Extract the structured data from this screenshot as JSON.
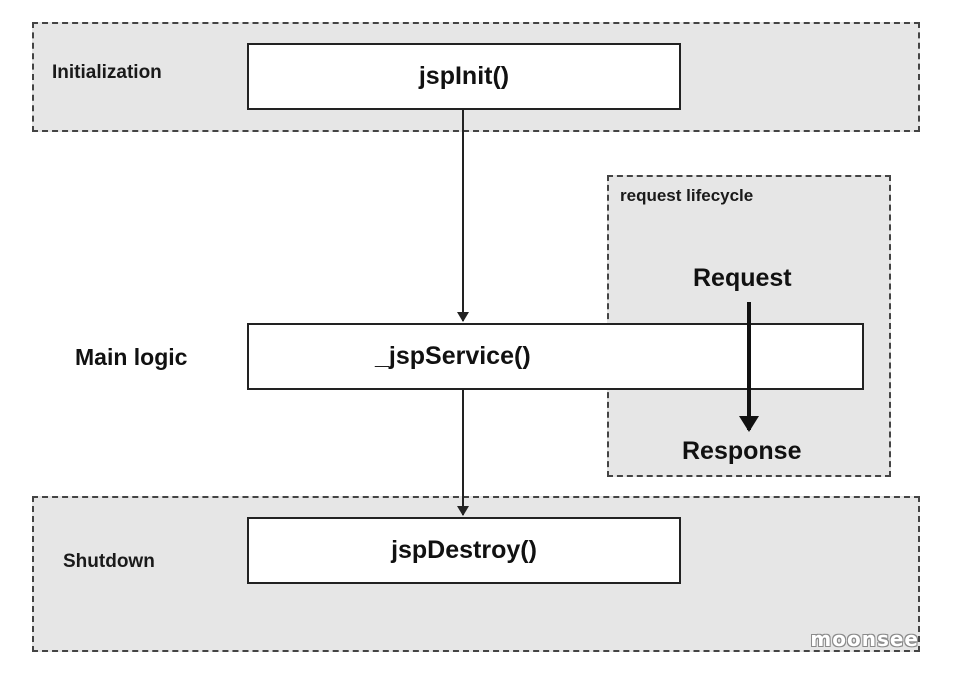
{
  "regions": {
    "initialization": {
      "label": "Initialization"
    },
    "request_lifecycle": {
      "label": "request lifecycle"
    },
    "shutdown": {
      "label": "Shutdown"
    }
  },
  "boxes": {
    "jsp_init": "jspInit()",
    "jsp_service": "_jspService()",
    "jsp_destroy": "jspDestroy()"
  },
  "labels": {
    "main_logic": "Main logic",
    "request": "Request",
    "response": "Response"
  },
  "watermark": "moonsee",
  "colors": {
    "region_fill": "#e6e6e6",
    "border": "#222222",
    "arrow": "#222222"
  }
}
